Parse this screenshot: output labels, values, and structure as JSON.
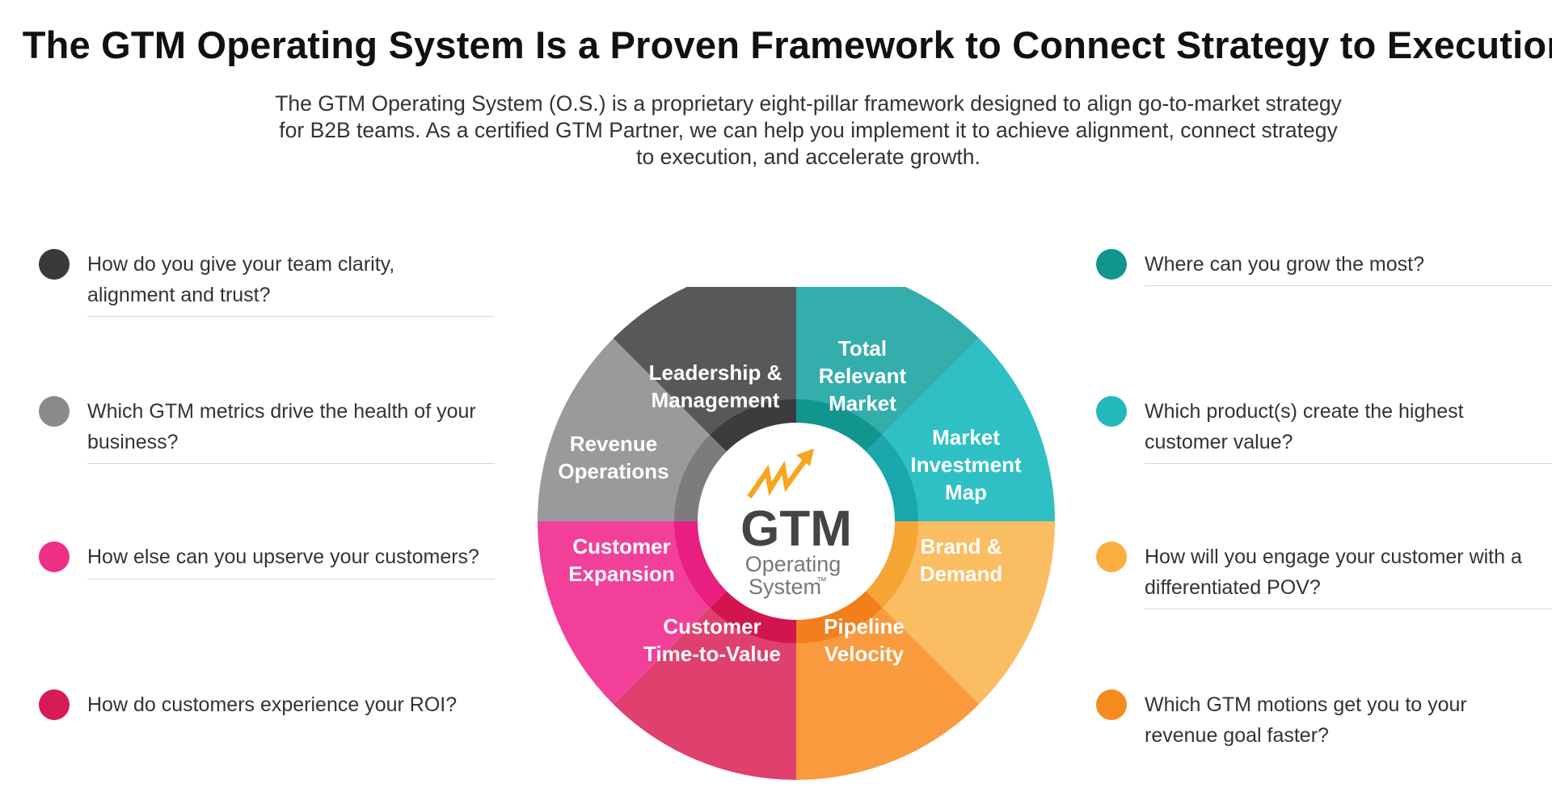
{
  "title": "The GTM Operating System Is a Proven Framework to Connect Strategy to Execution",
  "intro": {
    "line1": "The GTM Operating System (O.S.) is a proprietary eight-pillar framework designed to align go-to-market strategy",
    "line2": "for B2B teams. As a certified GTM Partner, we can help you implement it to achieve alignment, connect strategy",
    "line3": "to execution, and accelerate growth."
  },
  "questions_left": [
    {
      "line1": "How do you give your team clarity,",
      "line2": "alignment and trust?",
      "color": "#3a3a3c"
    },
    {
      "line1": "Which GTM metrics drive the health of your",
      "line2": "business?",
      "color": "#8a8a8c"
    },
    {
      "line1": "How else can you upserve your customers?",
      "line2": "",
      "color": "#ef2e86"
    },
    {
      "line1": "How do customers experience your ROI?",
      "line2": "",
      "color": "#d81b55"
    }
  ],
  "questions_right": [
    {
      "line1": "Where can you grow the most?",
      "line2": "",
      "color": "#13958f"
    },
    {
      "line1": "Which product(s) create the highest",
      "line2": "customer value?",
      "color": "#22b8bc"
    },
    {
      "line1": "How will you engage your customer with a",
      "line2": "differentiated POV?",
      "color": "#f9ae3f"
    },
    {
      "line1": "Which GTM motions get you to your",
      "line2": "revenue goal faster?",
      "color": "#f58a1f"
    }
  ],
  "wheel": {
    "center": {
      "logo_text": "GTM",
      "sub1": "Operating",
      "sub2": "System",
      "tm": "™"
    },
    "segments": [
      {
        "lines": [
          "Total",
          "Relevant",
          "Market"
        ],
        "color": "#33aeac",
        "inner": "#13958f"
      },
      {
        "lines": [
          "Market",
          "Investment",
          "Map"
        ],
        "color": "#2fc0c5",
        "inner": "#1aa6ad"
      },
      {
        "lines": [
          "Brand &",
          "Demand"
        ],
        "color": "#fbbd62",
        "inner": "#f5a533"
      },
      {
        "lines": [
          "Pipeline",
          "Velocity"
        ],
        "color": "#f89a3d",
        "inner": "#f07f1c"
      },
      {
        "lines": [
          "Customer",
          "Time-to-Value"
        ],
        "color": "#e0406d",
        "inner": "#d2154f"
      },
      {
        "lines": [
          "Customer",
          "Expansion"
        ],
        "color": "#f2409a",
        "inner": "#e81f80"
      },
      {
        "lines": [
          "Revenue",
          "Operations"
        ],
        "color": "#9a9a9c",
        "inner": "#7c7c7e"
      },
      {
        "lines": [
          "Leadership &",
          "Management"
        ],
        "color": "#58585b",
        "inner": "#3c3c3e"
      }
    ],
    "arrow_color": "#f6a521",
    "logo_color": "#444446",
    "sub_color": "#777777"
  }
}
